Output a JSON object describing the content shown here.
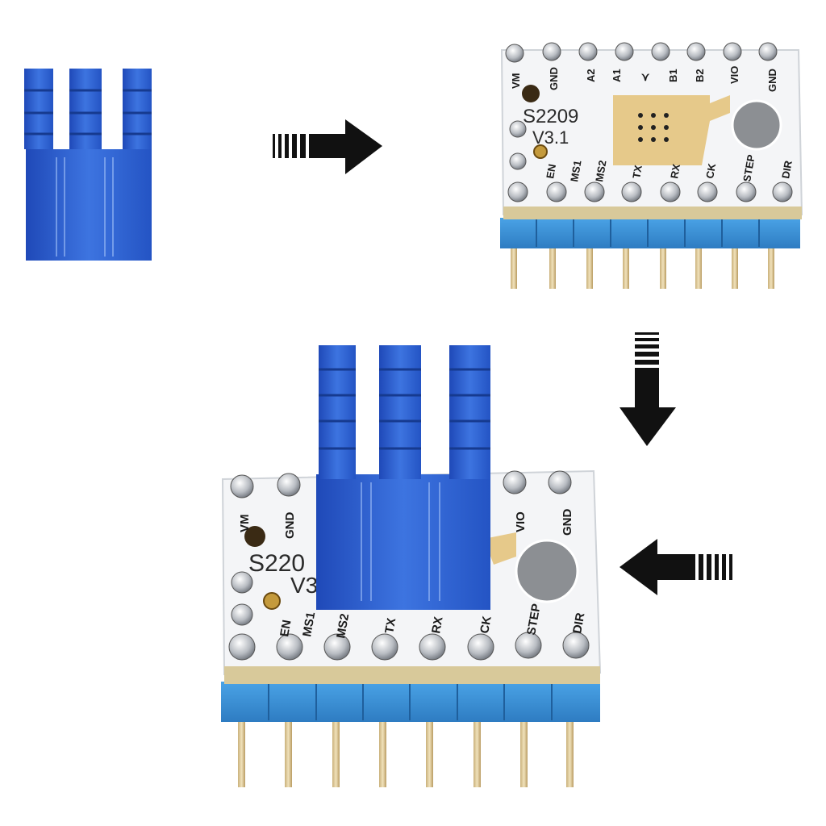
{
  "module_top": {
    "top_pins": [
      "VM",
      "GND",
      "A2",
      "A1",
      "B1",
      "B2",
      "VIO",
      "GND"
    ],
    "bottom_pins": [
      "EN",
      "MS1",
      "MS2",
      "TX",
      "RX",
      "CK",
      "STEP",
      "DIR"
    ],
    "model": "S2209",
    "version": "V3.1"
  },
  "module_assembled": {
    "top_left_pins": [
      "VM",
      "GND"
    ],
    "top_right_pins": [
      "VIO",
      "GND"
    ],
    "bottom_pins": [
      "EN",
      "MS1",
      "MS2",
      "TX",
      "RX",
      "CK",
      "STEP",
      "DIR"
    ],
    "model_visible": "S220",
    "version_visible": "V3"
  },
  "colors": {
    "heatsink_blue": "#2f5fd0",
    "header_blue": "#3b8fd6",
    "pcb_white": "#f4f5f7",
    "chip_gold": "#e6c98a",
    "arrow": "#111111"
  }
}
